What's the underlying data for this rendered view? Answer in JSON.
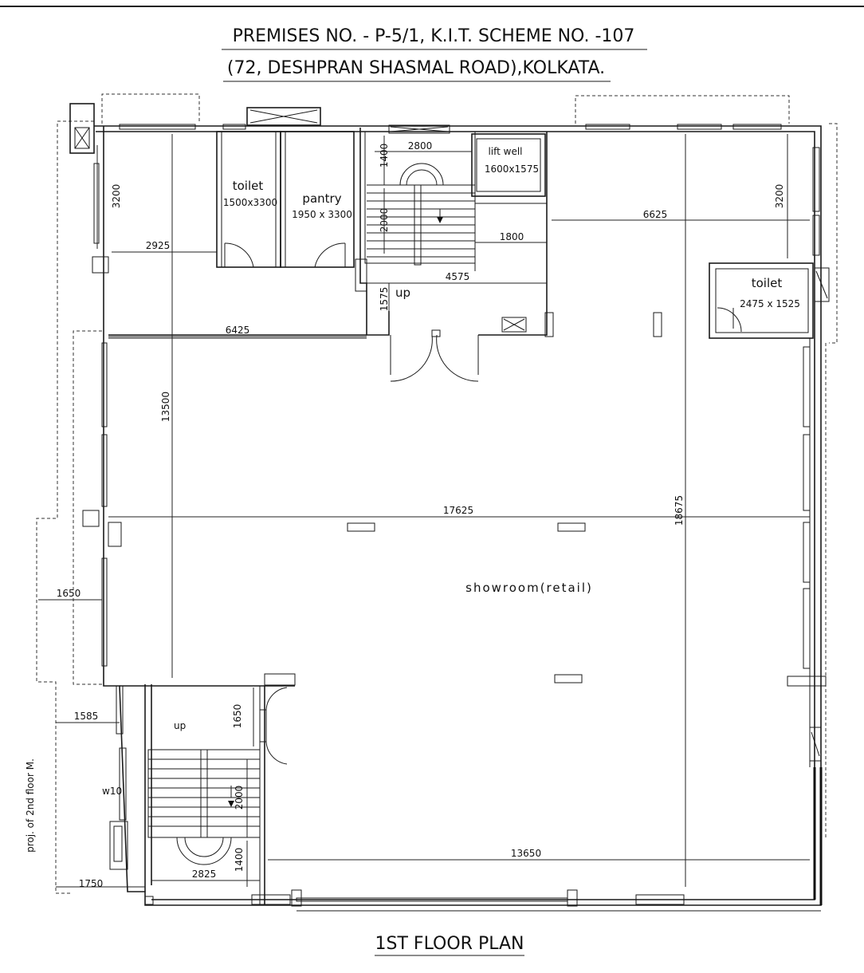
{
  "header": {
    "line1": "PREMISES NO. - P-5/1, K.I.T. SCHEME NO. -107",
    "line2": "(72, DESHPRAN SHASMAL ROAD),KOLKATA."
  },
  "footer": {
    "title": "1ST FLOOR PLAN"
  },
  "rooms": {
    "toilet1_name": "toilet",
    "toilet1_size": "1500x3300",
    "pantry_name": "pantry",
    "pantry_size": "1950 x 3300",
    "liftwell_name": "lift well",
    "liftwell_size": "1600x1575",
    "toilet2_name": "toilet",
    "toilet2_size": "2475 x 1525",
    "showroom": "showroom(retail)",
    "stair_up_main": "up",
    "stair_up_rear": "up",
    "window_tag": "w10",
    "proj_note": "proj. of 2nd floor M."
  },
  "dims": {
    "d3200_left": "3200",
    "d2925": "2925",
    "d1400_top": "1400",
    "d2800": "2800",
    "d2000_top": "2000",
    "d1800": "1800",
    "d4575": "4575",
    "d1575": "1575",
    "d6625": "6625",
    "d3200_right": "3200",
    "d6425": "6425",
    "d13500": "13500",
    "d17625": "17625",
    "d18675": "18675",
    "d1650_left": "1650",
    "d1585": "1585",
    "d1650_stair": "1650",
    "d2000_rear": "2000",
    "d1400_rear": "1400",
    "d2825": "2825",
    "d13650": "13650",
    "d1750": "1750"
  },
  "icons": {
    "duct": "cross-box-icon",
    "arrow": "arrow-down-icon",
    "door": "door-swing-icon"
  }
}
